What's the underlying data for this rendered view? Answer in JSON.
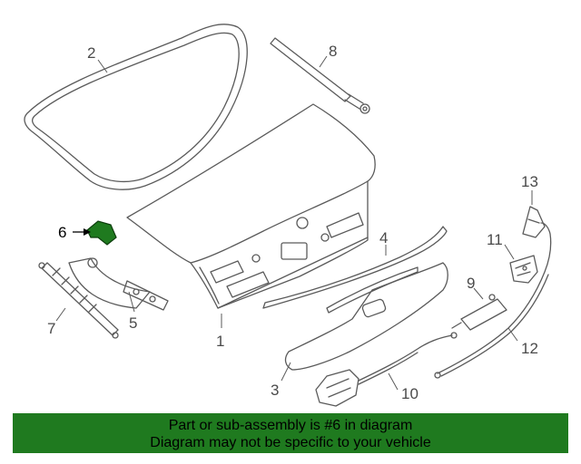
{
  "diagram": {
    "callouts": [
      {
        "label": "1"
      },
      {
        "label": "2"
      },
      {
        "label": "3"
      },
      {
        "label": "4"
      },
      {
        "label": "5"
      },
      {
        "label": "6"
      },
      {
        "label": "7"
      },
      {
        "label": "8"
      },
      {
        "label": "9"
      },
      {
        "label": "10"
      },
      {
        "label": "11"
      },
      {
        "label": "12"
      },
      {
        "label": "13"
      }
    ],
    "highlighted_part": "6",
    "colors": {
      "line": "#5a5a5a",
      "highlight": "#1f7a1f",
      "banner": "#1f7a1f"
    }
  },
  "banner": {
    "line1": "Part or sub-assembly is #6 in diagram",
    "line2": "Diagram may not be specific to your vehicle"
  }
}
